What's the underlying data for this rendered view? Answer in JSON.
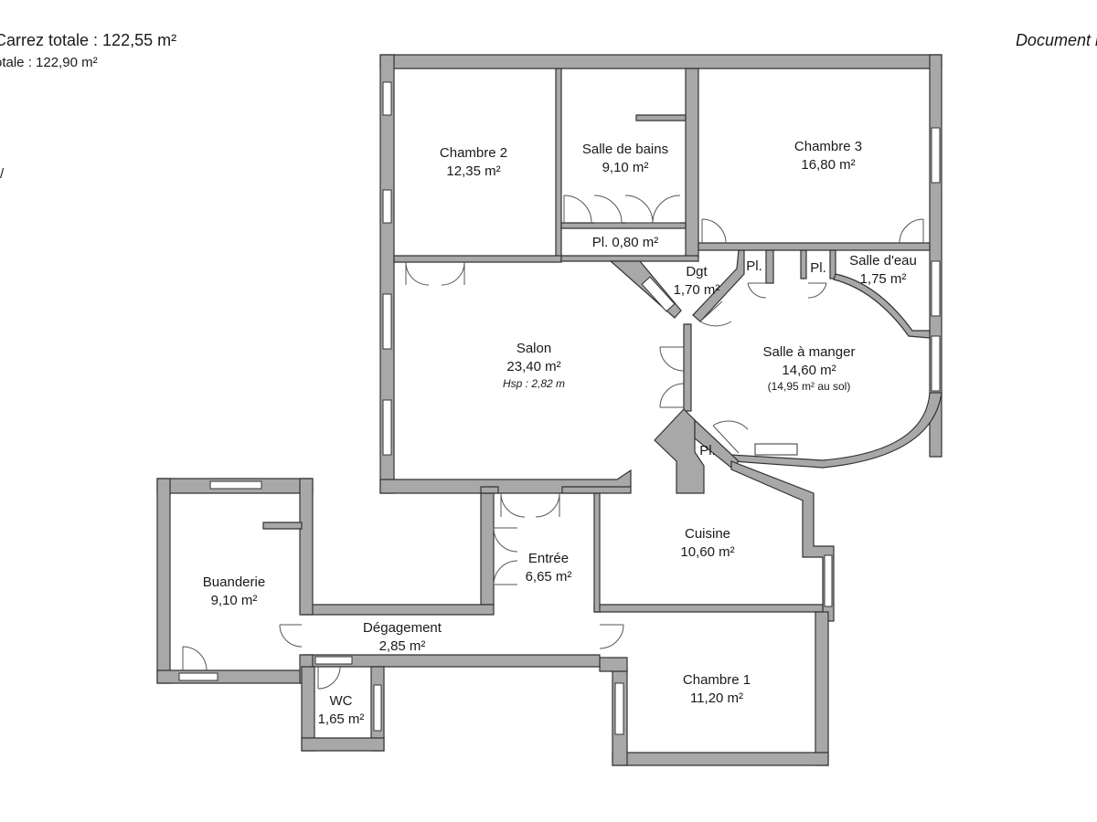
{
  "header": {
    "surface_carrez": "Carrez totale :  122,55 m²",
    "surface_totale": "otale :  122,90 m²",
    "document_note": "Document n",
    "edge_mark": "/"
  },
  "rooms": {
    "chambre2": {
      "name": "Chambre 2",
      "area": "12,35 m²"
    },
    "salle_de_bains": {
      "name": "Salle de bains",
      "area": "9,10 m²"
    },
    "chambre3": {
      "name": "Chambre 3",
      "area": "16,80 m²"
    },
    "placard_bains": {
      "label": "Pl. 0,80 m²"
    },
    "dgt": {
      "name": "Dgt",
      "area": "1,70 m²"
    },
    "placard_dgt": {
      "label": "Pl."
    },
    "placard_eau": {
      "label": "Pl."
    },
    "salle_deau": {
      "name": "Salle d'eau",
      "area": "1,75 m²"
    },
    "salon": {
      "name": "Salon",
      "area": "23,40 m²",
      "height": "Hsp : 2,82 m"
    },
    "salle_a_manger": {
      "name": "Salle à manger",
      "area": "14,60 m²",
      "note": "(14,95 m² au sol)"
    },
    "placard_manger": {
      "label": "Pl."
    },
    "cuisine": {
      "name": "Cuisine",
      "area": "10,60 m²"
    },
    "entree": {
      "name": "Entrée",
      "area": "6,65 m²"
    },
    "buanderie": {
      "name": "Buanderie",
      "area": "9,10 m²"
    },
    "degagement": {
      "name": "Dégagement",
      "area": "2,85 m²"
    },
    "wc": {
      "name": "WC",
      "area": "1,65 m²"
    },
    "chambre1": {
      "name": "Chambre 1",
      "area": "11,20 m²"
    }
  },
  "colors": {
    "wall": "#a8a8a8",
    "wall_outline": "#333333",
    "window_fill": "#ffffff",
    "door_line": "#555555"
  }
}
